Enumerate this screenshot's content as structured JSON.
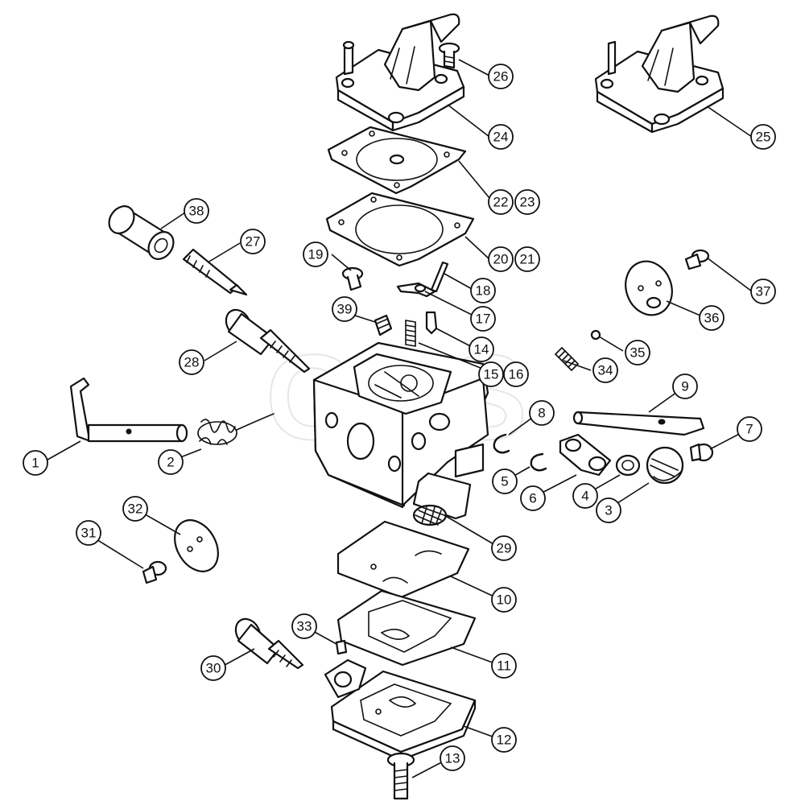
{
  "watermark": "GHS",
  "callouts": [
    {
      "id": "c1",
      "label": "1"
    },
    {
      "id": "c2",
      "label": "2"
    },
    {
      "id": "c3",
      "label": "3"
    },
    {
      "id": "c4",
      "label": "4"
    },
    {
      "id": "c5",
      "label": "5"
    },
    {
      "id": "c6",
      "label": "6"
    },
    {
      "id": "c7",
      "label": "7"
    },
    {
      "id": "c8",
      "label": "8"
    },
    {
      "id": "c9",
      "label": "9"
    },
    {
      "id": "c10",
      "label": "10"
    },
    {
      "id": "c11",
      "label": "11"
    },
    {
      "id": "c12",
      "label": "12"
    },
    {
      "id": "c13",
      "label": "13"
    },
    {
      "id": "c14",
      "label": "14"
    },
    {
      "id": "c15",
      "label": "15"
    },
    {
      "id": "c16",
      "label": "16"
    },
    {
      "id": "c17",
      "label": "17"
    },
    {
      "id": "c18",
      "label": "18"
    },
    {
      "id": "c19",
      "label": "19"
    },
    {
      "id": "c20",
      "label": "20"
    },
    {
      "id": "c21",
      "label": "21"
    },
    {
      "id": "c22",
      "label": "22"
    },
    {
      "id": "c23",
      "label": "23"
    },
    {
      "id": "c24",
      "label": "24"
    },
    {
      "id": "c25",
      "label": "25"
    },
    {
      "id": "c26",
      "label": "26"
    },
    {
      "id": "c27",
      "label": "27"
    },
    {
      "id": "c28",
      "label": "28"
    },
    {
      "id": "c29",
      "label": "29"
    },
    {
      "id": "c30",
      "label": "30"
    },
    {
      "id": "c31",
      "label": "31"
    },
    {
      "id": "c32",
      "label": "32"
    },
    {
      "id": "c33",
      "label": "33"
    },
    {
      "id": "c34",
      "label": "34"
    },
    {
      "id": "c35",
      "label": "35"
    },
    {
      "id": "c36",
      "label": "36"
    },
    {
      "id": "c37",
      "label": "37"
    },
    {
      "id": "c38",
      "label": "38"
    },
    {
      "id": "c39",
      "label": "39"
    }
  ]
}
